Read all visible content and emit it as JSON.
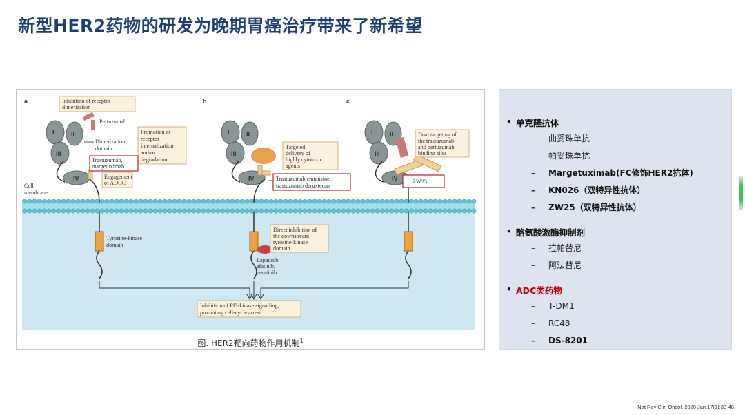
{
  "title": "新型HER2药物的研发为晚期胃癌治疗带来了新希望",
  "figure": {
    "caption": "图. HER2靶向药物作用机制",
    "caption_ref": "1",
    "panel_labels": [
      "a",
      "b",
      "c"
    ],
    "membrane_label_1": "Cell",
    "membrane_label_2": "membrane",
    "panel_a": {
      "note_dimerization_1": "Inhibition of receptor",
      "note_dimerization_2": "dimerization",
      "pertuzumab": "Pertuzumab",
      "dimerization_domain_1": "Dimerization",
      "dimerization_domain_2": "domain",
      "promotion_1": "Promotion of",
      "promotion_2": "receptor",
      "promotion_3": "internalization",
      "promotion_4": "and/or",
      "promotion_5": "degradation",
      "trastuzumab_1": "Trastuzumab,",
      "trastuzumab_2": "margetuximab",
      "engagement_1": "Engagement",
      "engagement_2": "of ADCC",
      "tk_1": "Tyrosine-kinase",
      "tk_2": "domain",
      "domain_labels": [
        "I",
        "II",
        "III",
        "IV"
      ]
    },
    "panel_b": {
      "targeted_1": "Targeted",
      "targeted_2": "delivery of",
      "targeted_3": "highly cytotoxic",
      "targeted_4": "agents",
      "adc_1": "Trastuzumab emtansine,",
      "adc_2": "trastuzumab deruxtecan",
      "direct_1": "Direct inhibition of",
      "direct_2": "the downstream",
      "direct_3": "tyrosine-kinase",
      "direct_4": "domain",
      "tki_1": "Lapatinib,",
      "tki_2": "afatinib,",
      "tki_3": "neratinib"
    },
    "panel_c": {
      "dual_1": "Dual targeting of",
      "dual_2": "the trastuzumab",
      "dual_3": "and pertuzumab",
      "dual_4": "binding sites",
      "zw25": "ZW25"
    },
    "bottom_1": "Inhibition of PI3-kinase signalling,",
    "bottom_2": "promoting cell-cycle arrest"
  },
  "panel": {
    "categories": [
      {
        "label": "单克隆抗体",
        "color": "#111111",
        "items": [
          {
            "text": "曲妥珠单抗",
            "bold": false
          },
          {
            "text": "帕妥珠单抗",
            "bold": false
          },
          {
            "text": "Margetuximab(FC修饰HER2抗体)",
            "bold": true
          },
          {
            "text": "KN026（双特异性抗体）",
            "bold": true
          },
          {
            "text": "ZW25（双特异性抗体）",
            "bold": true
          }
        ]
      },
      {
        "label": "酪氨酸激酶抑制剂",
        "color": "#111111",
        "items": [
          {
            "text": "拉帕替尼",
            "bold": false
          },
          {
            "text": "阿法替尼",
            "bold": false
          }
        ]
      },
      {
        "label": "ADC类药物",
        "color": "#c00000",
        "items": [
          {
            "text": "T-DM1",
            "bold": false
          },
          {
            "text": "RC48",
            "bold": false
          },
          {
            "text": "DS-8201",
            "bold": true
          }
        ]
      }
    ]
  },
  "source_note": "Nat Rev Clin Oncol. 2020 Jan;17(1):33-48.",
  "colors": {
    "title": "#1f3f73",
    "panel_bg": "#dde3ef",
    "membrane": "#7fd0dd",
    "cytoplasm": "#cfe7f1",
    "receptor": "#8a9596",
    "kinase": "#eea23f",
    "note_box": "#fbf1dd",
    "note_border": "#c9a46a",
    "highlight_border": "#b3262c",
    "adc_payload": "#e8a04c",
    "tki_blob": "#c8433f"
  }
}
